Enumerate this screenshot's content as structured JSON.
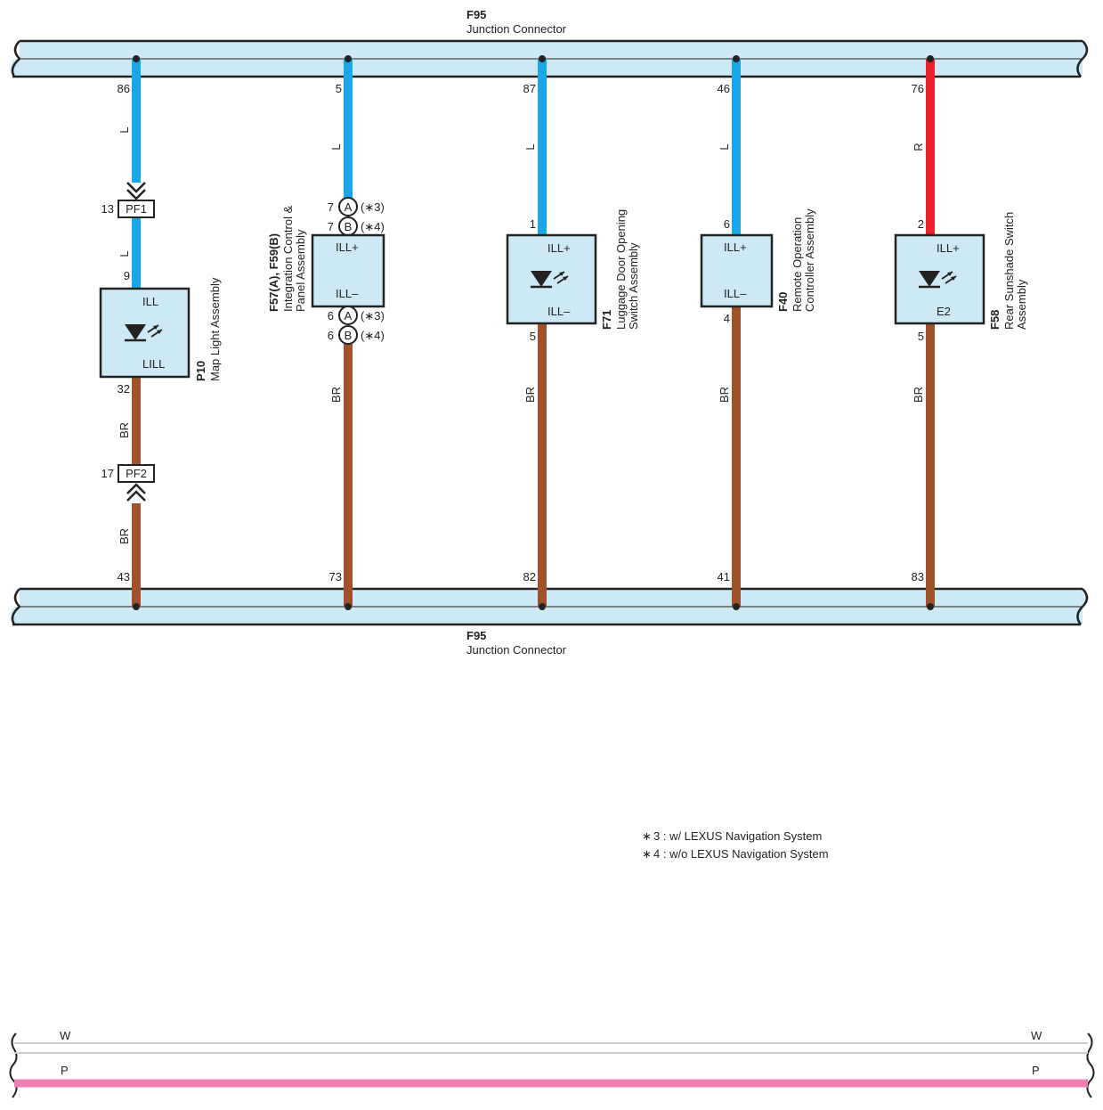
{
  "top_bus": {
    "code": "F95",
    "name": "Junction Connector"
  },
  "bottom_bus": {
    "code": "F95",
    "name": "Junction Connector"
  },
  "circuits": [
    {
      "top_pin": "86",
      "top_wire": "L",
      "top_color": "#1aa7e8",
      "junction_top": {
        "pin": "13",
        "label": "PF1"
      },
      "mid_wire": "L",
      "comp_top_pin": "9",
      "terminal_top": "ILL",
      "terminal_bottom": "LILL",
      "comp_bottom_pin": "32",
      "bottom_wire": "BR",
      "junction_bottom": {
        "pin": "17",
        "label": "PF2"
      },
      "bottom_wire2": "BR",
      "bottom_pin": "43",
      "code": "P10",
      "name": "Map Light Assembly"
    },
    {
      "top_pin": "5",
      "top_wire": "L",
      "top_color": "#1aa7e8",
      "opt_top": [
        {
          "pin": "7",
          "letter": "A",
          "note": "(∗3)"
        },
        {
          "pin": "7",
          "letter": "B",
          "note": "(∗4)"
        }
      ],
      "opt_bottom": [
        {
          "pin": "6",
          "letter": "A",
          "note": "(∗3)"
        },
        {
          "pin": "6",
          "letter": "B",
          "note": "(∗4)"
        }
      ],
      "terminal_top": "ILL+",
      "terminal_bottom": "ILL–",
      "bottom_wire": "BR",
      "bottom_pin": "73",
      "code": "F57(A), F59(B)",
      "name_line1": "Integration Control &",
      "name_line2": "Panel Assembly"
    },
    {
      "top_pin": "87",
      "top_wire": "L",
      "top_color": "#1aa7e8",
      "comp_top_pin": "1",
      "terminal_top": "ILL+",
      "terminal_bottom": "ILL–",
      "comp_bottom_pin": "5",
      "bottom_wire": "BR",
      "bottom_pin": "82",
      "code": "F71",
      "name_line1": "Luggage Door Opening",
      "name_line2": "Switch Assembly"
    },
    {
      "top_pin": "46",
      "top_wire": "L",
      "top_color": "#1aa7e8",
      "comp_top_pin": "6",
      "terminal_top": "ILL+",
      "terminal_bottom": "ILL–",
      "comp_bottom_pin": "4",
      "bottom_wire": "BR",
      "bottom_pin": "41",
      "code": "F40",
      "name_line1": "Remote Operation",
      "name_line2": "Controller Assembly"
    },
    {
      "top_pin": "76",
      "top_wire": "R",
      "top_color": "#e8212b",
      "comp_top_pin": "2",
      "terminal_top": "ILL+",
      "terminal_bottom": "E2",
      "comp_bottom_pin": "5",
      "bottom_wire": "BR",
      "bottom_pin": "83",
      "code": "F58",
      "name_line1": "Rear Sunshade Switch",
      "name_line2": "Assembly"
    }
  ],
  "notes": [
    {
      "mark": "∗",
      "text": "3 : w/ LEXUS Navigation System"
    },
    {
      "mark": "∗",
      "text": "4 : w/o LEXUS Navigation System"
    }
  ],
  "bottom_wires": {
    "white": {
      "label_left": "W",
      "label_right": "W",
      "color": "#cccccc"
    },
    "pink": {
      "label_left": "P",
      "label_right": "P",
      "color": "#ee7fb2"
    }
  },
  "colors": {
    "bus_fill": "#cde9f5",
    "box_fill": "#cde9f5",
    "blue_wire": "#1aa7e8",
    "red_wire": "#e8212b",
    "brown_wire": "#a0522d"
  }
}
